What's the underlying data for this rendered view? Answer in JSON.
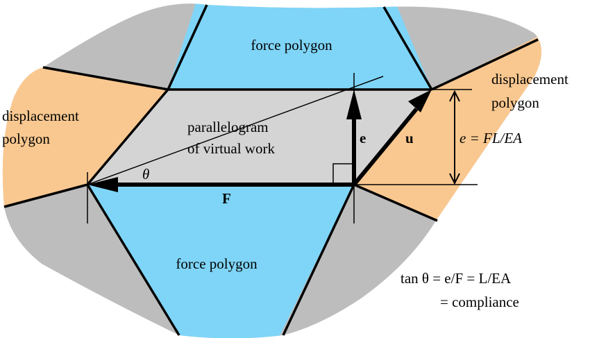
{
  "colors": {
    "gray": "#bdbdbd",
    "blue": "#7fd5f7",
    "orange": "#f9c890",
    "parallelogram": "#d4d4d4",
    "line": "#000000"
  },
  "labels": {
    "force_polygon_top": "force polygon",
    "force_polygon_bottom": "force polygon",
    "displacement_left_1": "displacement",
    "displacement_left_2": "polygon",
    "displacement_right_1": "displacement",
    "displacement_right_2": "polygon",
    "parallelogram_1": "parallelogram",
    "parallelogram_2": "of virtual work",
    "theta": "θ",
    "F": "F",
    "e": "e",
    "u": "u",
    "e_formula": "e = FL/EA",
    "tan_formula": "tan θ = e/F = L/EA",
    "compliance": "= compliance"
  }
}
